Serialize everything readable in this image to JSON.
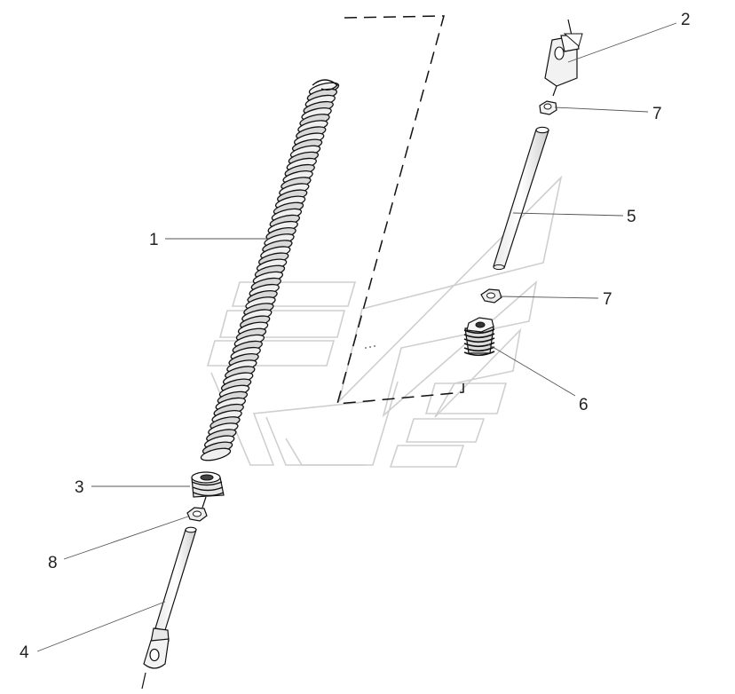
{
  "diagram": {
    "type": "exploded-parts-view",
    "callouts": [
      {
        "id": "c1",
        "label": "1",
        "part": "spring"
      },
      {
        "id": "c2",
        "label": "2",
        "part": "top-clevis"
      },
      {
        "id": "c3",
        "label": "3",
        "part": "lower-spring-plug"
      },
      {
        "id": "c4",
        "label": "4",
        "part": "lower-rod-with-eye"
      },
      {
        "id": "c5",
        "label": "5",
        "part": "upper-rod"
      },
      {
        "id": "c6",
        "label": "6",
        "part": "upper-spring-plug"
      },
      {
        "id": "c7a",
        "label": "7",
        "part": "upper-nut"
      },
      {
        "id": "c7b",
        "label": "7",
        "part": "middle-nut"
      },
      {
        "id": "c8",
        "label": "8",
        "part": "lower-nut"
      }
    ]
  }
}
